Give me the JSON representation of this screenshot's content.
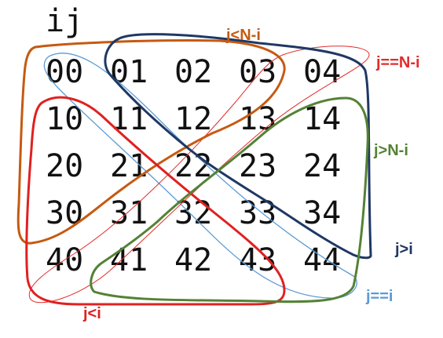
{
  "header": "ij",
  "grid": [
    [
      "00",
      "01",
      "02",
      "03",
      "04"
    ],
    [
      "10",
      "11",
      "12",
      "13",
      "14"
    ],
    [
      "20",
      "21",
      "22",
      "23",
      "24"
    ],
    [
      "30",
      "31",
      "32",
      "33",
      "34"
    ],
    [
      "40",
      "41",
      "42",
      "43",
      "44"
    ]
  ],
  "regions": {
    "upper_left": {
      "label": "j<N-i",
      "color": "#C55A11"
    },
    "anti_diagonal": {
      "label": "j==N-i",
      "color": "#E32B2B"
    },
    "lower_right": {
      "label": "j>N-i",
      "color": "#548235"
    },
    "upper_right": {
      "label": "j>i",
      "color": "#1F3864"
    },
    "main_diagonal": {
      "label": "j==i",
      "color": "#5B9BD5"
    },
    "lower_left": {
      "label": "j<i",
      "color": "#E02020"
    }
  }
}
